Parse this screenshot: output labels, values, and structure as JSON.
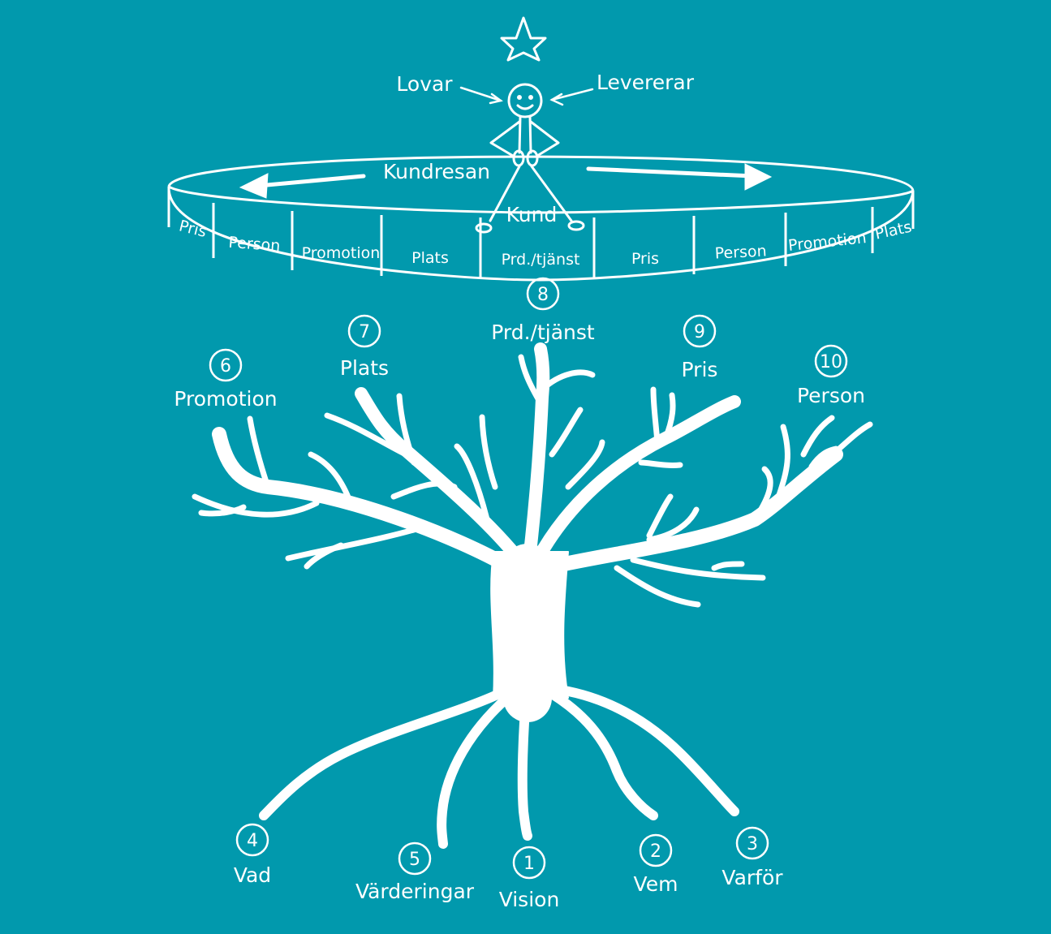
{
  "colors": {
    "background": "#0199AD",
    "ink": "#FFFFFF"
  },
  "icons": {
    "top": "star-icon",
    "figure": "stick-figure-icon"
  },
  "figure": {
    "promises_label": "Lovar",
    "delivers_label": "Levererar",
    "customer_label": "Kund"
  },
  "ring": {
    "title": "Kundresan",
    "segments": [
      "Pris",
      "Person",
      "Promotion",
      "Plats",
      "Prd./tjänst",
      "Pris",
      "Person",
      "Promotion",
      "Plats"
    ]
  },
  "branches": [
    {
      "number": "6",
      "label": "Promotion"
    },
    {
      "number": "7",
      "label": "Plats"
    },
    {
      "number": "8",
      "label": "Prd./tjänst"
    },
    {
      "number": "9",
      "label": "Pris"
    },
    {
      "number": "10",
      "label": "Person"
    }
  ],
  "roots": [
    {
      "number": "4",
      "label": "Vad"
    },
    {
      "number": "5",
      "label": "Värderingar"
    },
    {
      "number": "1",
      "label": "Vision"
    },
    {
      "number": "2",
      "label": "Vem"
    },
    {
      "number": "3",
      "label": "Varför"
    }
  ]
}
